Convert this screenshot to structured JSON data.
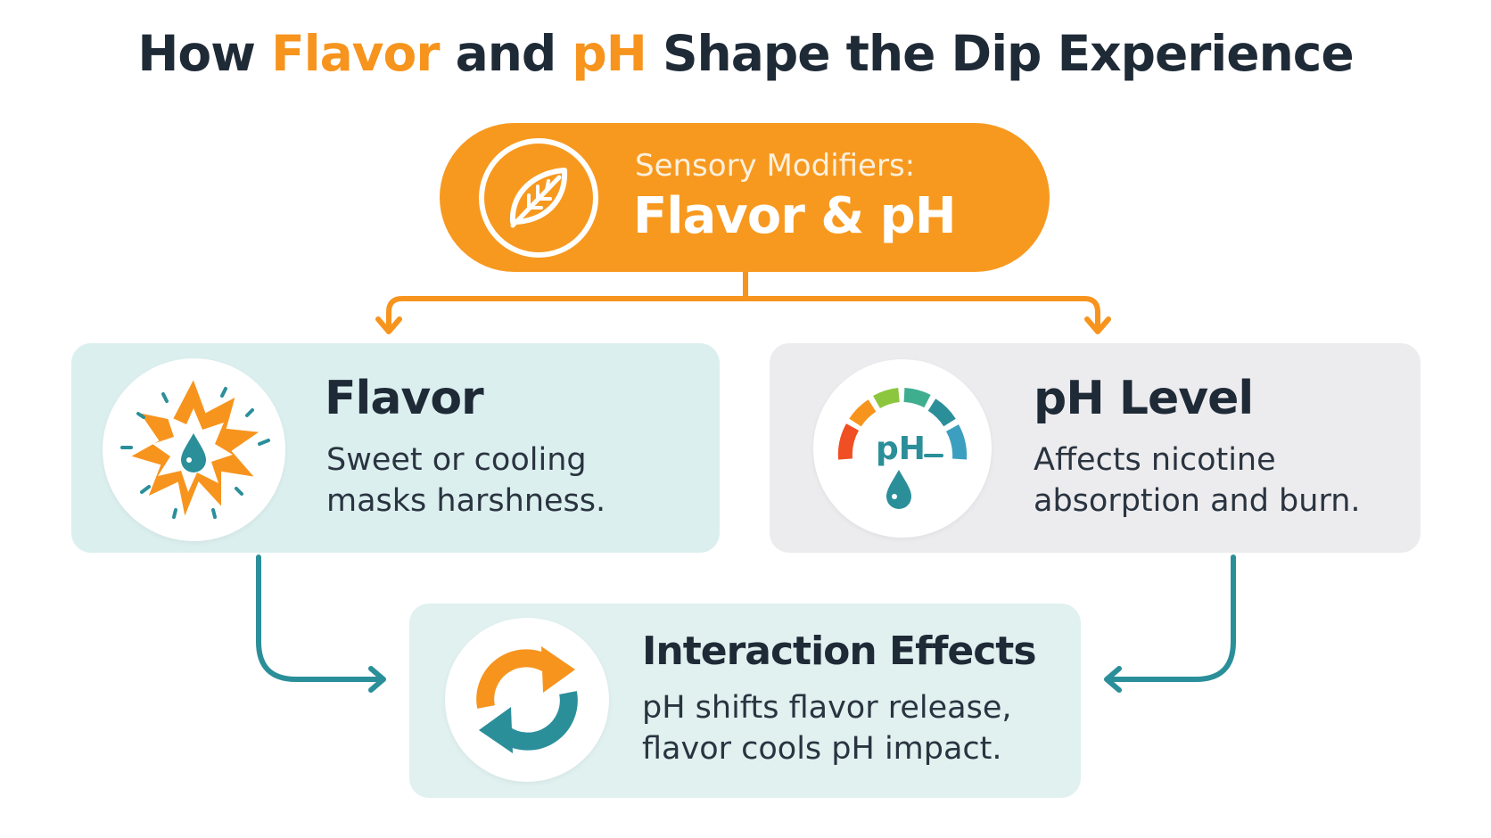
{
  "title": {
    "part1": "How ",
    "flavor": "Flavor",
    "part2": " and ",
    "ph": "pH",
    "part3": " Shape the Dip Experience"
  },
  "top_node": {
    "subtitle": "Sensory Modifiers:",
    "label": "Flavor & pH",
    "icon": "leaf-icon"
  },
  "flavor_card": {
    "title": "Flavor",
    "line1": "Sweet or cooling",
    "line2": "masks harshness.",
    "icon": "flavor-burst-icon"
  },
  "ph_card": {
    "title": "pH Level",
    "line1": "Affects nicotine",
    "line2": "absorption and burn.",
    "icon": "ph-gauge-icon",
    "icon_text": "pH"
  },
  "interaction_card": {
    "title": "Interaction Effects",
    "line1": "pH shifts flavor release,",
    "line2": "flavor cools pH impact.",
    "icon": "cycle-arrows-icon"
  },
  "colors": {
    "orange": "#f7941d",
    "teal": "#2b8f9a",
    "dark": "#1f2a37"
  }
}
